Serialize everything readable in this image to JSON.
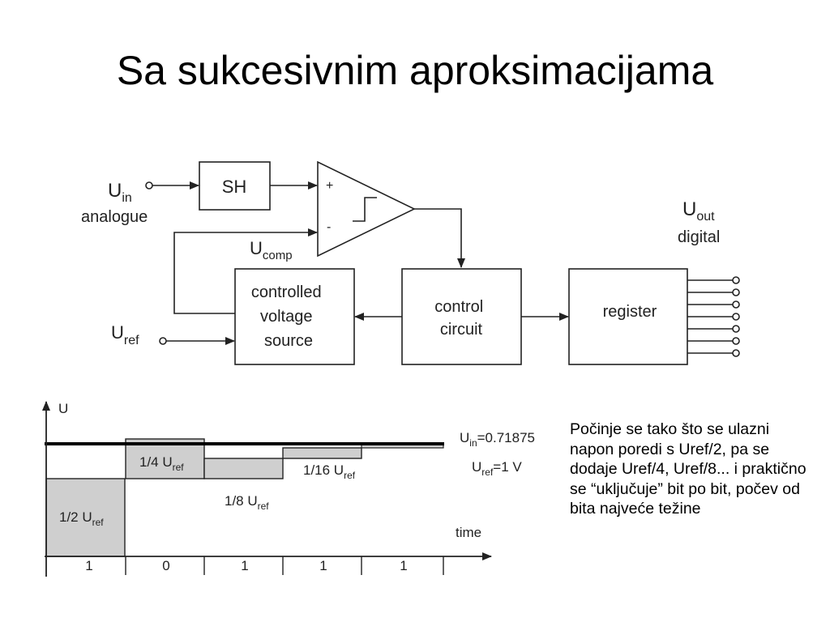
{
  "slide": {
    "title": "Sa sukcesivnim aproksimacijama",
    "description": "Počinje se tako što se ulazni napon poredi s Uref/2, pa se dodaje Uref/4, Uref/8... i praktično se “uključuje” bit po bit, počev od bita najveće težine"
  },
  "block_diagram": {
    "uin": {
      "main": "U",
      "sub": "in"
    },
    "analogue": "analogue",
    "sh": "SH",
    "plus": "+",
    "minus": "-",
    "ucomp": {
      "main": "U",
      "sub": "comp"
    },
    "uout": {
      "main": "U",
      "sub": "out"
    },
    "digital": "digital",
    "uref": {
      "main": "U",
      "sub": "ref"
    },
    "cvs_lines": [
      "controlled",
      "voltage",
      "source"
    ],
    "control_lines": [
      "control",
      "circuit"
    ],
    "register": "register"
  },
  "timing": {
    "axis_y": "U",
    "axis_x": "time",
    "uin_label": {
      "main": "U",
      "sub": "in",
      "rest": "=0.71875"
    },
    "uref_label": {
      "main": "U",
      "sub": "ref",
      "rest": "=1 V"
    },
    "step_labels": [
      {
        "main": "1/2 U",
        "sub": "ref"
      },
      {
        "main": "1/4 U",
        "sub": "ref"
      },
      {
        "main": "1/8 U",
        "sub": "ref"
      },
      {
        "main": "1/16 U",
        "sub": "ref"
      }
    ],
    "bits": [
      "1",
      "0",
      "1",
      "1",
      "1"
    ]
  }
}
